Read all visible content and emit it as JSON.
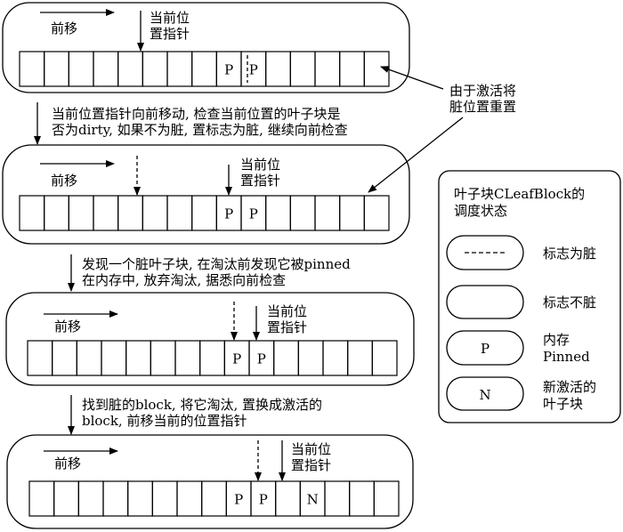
{
  "stages": [
    {
      "forward": "前移",
      "pointer": [
        "当前位",
        "置指针"
      ],
      "cells": [
        "",
        "",
        "",
        "",
        "",
        "",
        "",
        "",
        "P",
        "P",
        "",
        "",
        "",
        "",
        ""
      ]
    },
    {
      "forward": "前移",
      "pointer": [
        "当前位",
        "置指针"
      ],
      "cells": [
        "",
        "",
        "",
        "",
        "",
        "",
        "",
        "",
        "P",
        "P",
        "",
        "",
        "",
        "",
        ""
      ]
    },
    {
      "forward": "前移",
      "pointer": [
        "当前位",
        "置指针"
      ],
      "cells": [
        "",
        "",
        "",
        "",
        "",
        "",
        "",
        "",
        "P",
        "P",
        "",
        "",
        "",
        "",
        ""
      ]
    },
    {
      "forward": "前移",
      "pointer": [
        "当前位",
        "置指针"
      ],
      "cells": [
        "",
        "",
        "",
        "",
        "",
        "",
        "",
        "",
        "P",
        "P",
        "",
        "N",
        "",
        "",
        ""
      ]
    }
  ],
  "transitions": [
    [
      "当前位置指针向前移动, 检查当前位置的叶子块是",
      "否为dirty, 如果不为脏, 置标志为脏, 继续向前检查"
    ],
    [
      "发现一个脏叶子块, 在淘汰前发现它被pinned",
      "在内存中, 放弃淘汰, 据悉向前检查"
    ],
    [
      "找到脏的block, 将它淘汰, 置换成激活的",
      "block, 前移当前的位置指针"
    ]
  ],
  "callout": [
    "由于激活将",
    "脏位置重置"
  ],
  "legend": {
    "title": [
      "叶子块CLeafBlock的",
      "调度状态"
    ],
    "items": [
      {
        "symbol": "",
        "label": [
          "标志为脏"
        ]
      },
      {
        "symbol": "",
        "label": [
          "标志不脏"
        ]
      },
      {
        "symbol": "P",
        "label": [
          "内存",
          "Pinned"
        ]
      },
      {
        "symbol": "N",
        "label": [
          "新激活的",
          "叶子块"
        ]
      }
    ]
  }
}
